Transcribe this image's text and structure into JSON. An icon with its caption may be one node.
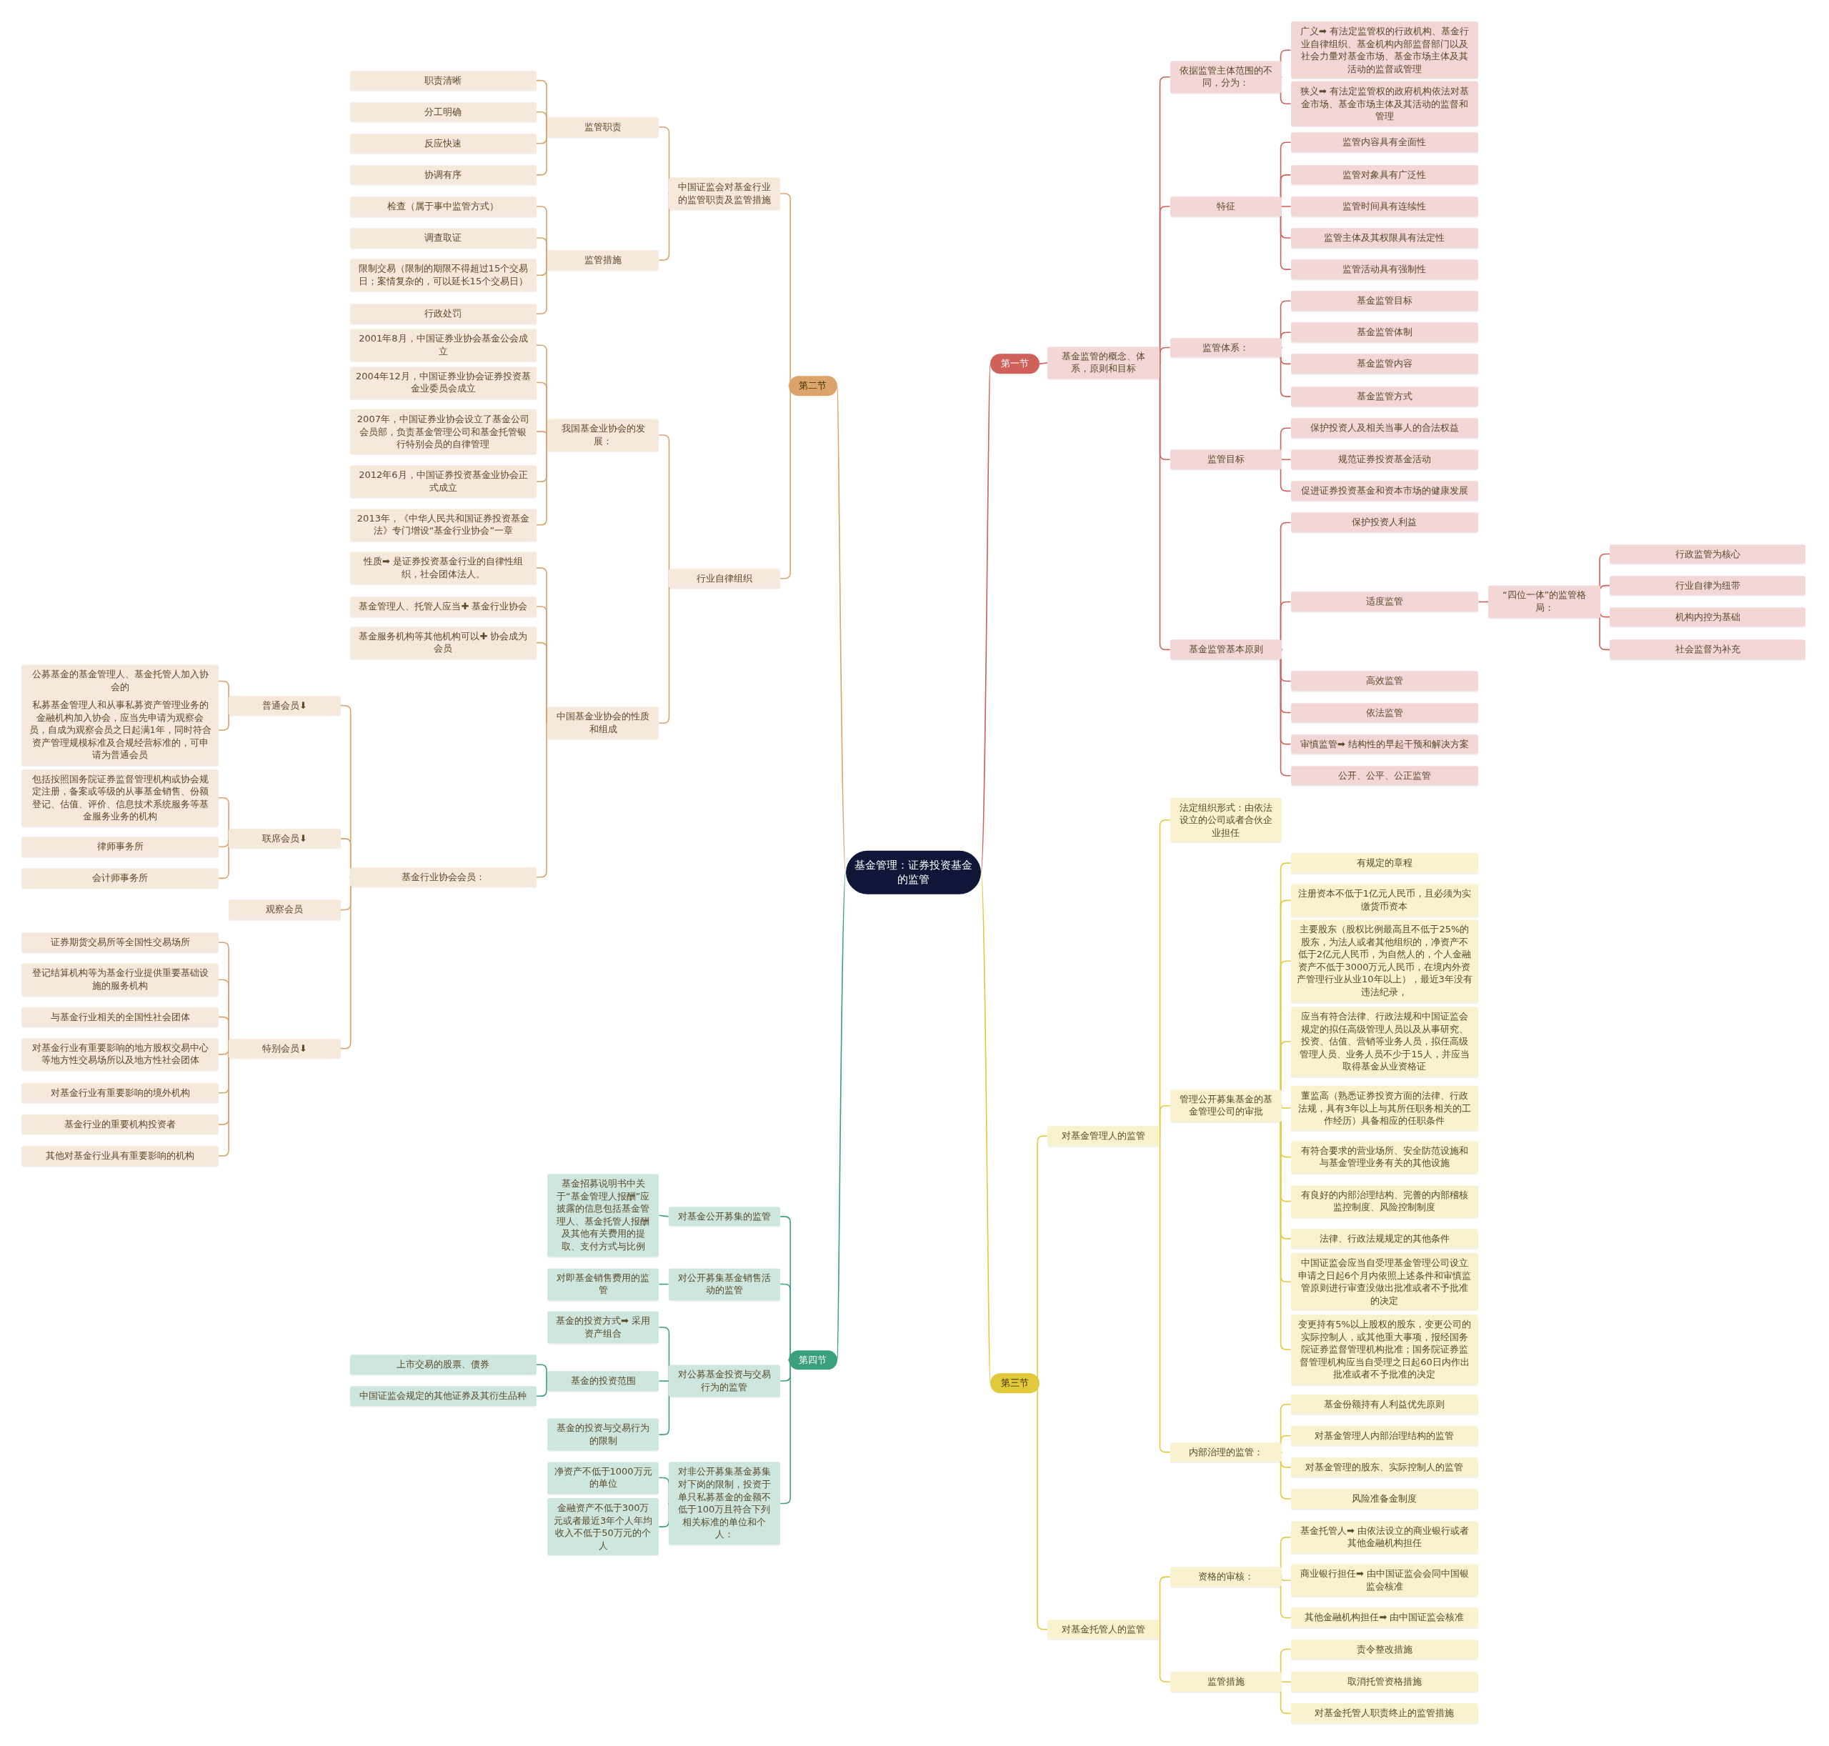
{
  "diagram": {
    "nodes": [
      {
        "text": [
          "基金管理：证券投资基金的监管"
        ]
      },
      {
        "text": [
          "第一节"
        ]
      },
      {
        "text": [
          "第二节"
        ]
      },
      {
        "text": [
          "第三节"
        ]
      },
      {
        "text": [
          "第四节"
        ]
      },
      {
        "text": [
          "基金监管的概念、体系，原则和目标"
        ]
      },
      {
        "text": [
          "依据监管主体范围的不同，分为："
        ]
      },
      {
        "text": [
          "广义➡ 有法定监管权的行政机构、基金行业自律组织、基金机构内部监督部门以及社会力量对基金市场、基金市场主体及其活动的监督或管理"
        ]
      },
      {
        "text": [
          "狭义➡ 有法定监管权的政府机构依法对基金市场、基金市场主体及其活动的监督和管理"
        ]
      },
      {
        "text": [
          "特征"
        ]
      },
      {
        "text": [
          "监管内容具有全面性"
        ]
      },
      {
        "text": [
          "监管对象具有广泛性"
        ]
      },
      {
        "text": [
          "监管时间具有连续性"
        ]
      },
      {
        "text": [
          "监管主体及其权限具有法定性"
        ]
      },
      {
        "text": [
          "监管活动具有强制性"
        ]
      },
      {
        "text": [
          "监管体系："
        ]
      },
      {
        "text": [
          "基金监管目标"
        ]
      },
      {
        "text": [
          "基金监管体制"
        ]
      },
      {
        "text": [
          "基金监管内容"
        ]
      },
      {
        "text": [
          "基金监管方式"
        ]
      },
      {
        "text": [
          "监管目标"
        ]
      },
      {
        "text": [
          "保护投资人及相关当事人的合法权益"
        ]
      },
      {
        "text": [
          "规范证券投资基金活动"
        ]
      },
      {
        "text": [
          "促进证券投资基金和资本市场的健康发展"
        ]
      },
      {
        "text": [
          "基金监管基本原则"
        ]
      },
      {
        "text": [
          "保护投资人利益"
        ]
      },
      {
        "text": [
          "适度监管"
        ]
      },
      {
        "text": [
          "“四位一体”的监管格局："
        ]
      },
      {
        "text": [
          "行政监管为核心"
        ]
      },
      {
        "text": [
          "行业自律为纽带"
        ]
      },
      {
        "text": [
          "机构内控为基础"
        ]
      },
      {
        "text": [
          "社会监督为补充"
        ]
      },
      {
        "text": [
          "高效监管"
        ]
      },
      {
        "text": [
          "依法监管"
        ]
      },
      {
        "text": [
          "审慎监管➡ 结构性的早起干预和解决方案"
        ]
      },
      {
        "text": [
          "公开、公平、公正监管"
        ]
      },
      {
        "text": [
          "中国证监会对基金行业的监管职责及监管措施"
        ]
      },
      {
        "text": [
          "监管职责"
        ]
      },
      {
        "text": [
          "职责清晰"
        ]
      },
      {
        "text": [
          "分工明确"
        ]
      },
      {
        "text": [
          "反应快速"
        ]
      },
      {
        "text": [
          "协调有序"
        ]
      },
      {
        "text": [
          "监管措施"
        ]
      },
      {
        "text": [
          "检查（属于事中监管方式）"
        ]
      },
      {
        "text": [
          "调查取证"
        ]
      },
      {
        "text": [
          "限制交易（限制的期限不得超过15个交易日；案情复杂的，可以延长15个交易日）"
        ]
      },
      {
        "text": [
          "行政处罚"
        ]
      },
      {
        "text": [
          "行业自律组织"
        ]
      },
      {
        "text": [
          "我国基金业协会的发展："
        ]
      },
      {
        "text": [
          "2001年8月，中国证券业协会基金公会成立"
        ]
      },
      {
        "text": [
          "2004年12月，中国证券业协会证券投资基金业委员会成立"
        ]
      },
      {
        "text": [
          "2007年，中国证券业协会设立了基金公司会员部，负责基金管理公司和基金托管银行特别会员的自律管理"
        ]
      },
      {
        "text": [
          "2012年6月，中国证券投资基金业协会正式成立"
        ]
      },
      {
        "text": [
          "2013年，《中华人民共和国证券投资基金法》专门增设“基金行业协会”一章"
        ]
      },
      {
        "text": [
          "中国基金业协会的性质和组成"
        ]
      },
      {
        "text": [
          "性质➡ 是证券投资基金行业的自律性组织，社会团体法人。"
        ]
      },
      {
        "text": [
          "基金管理人、托管人应当✚ 基金行业协会"
        ]
      },
      {
        "text": [
          "基金服务机构等其他机构可以✚ 协会成为会员"
        ]
      },
      {
        "text": [
          "基金行业协会会员："
        ]
      },
      {
        "text": [
          "普通会员⬇"
        ]
      },
      {
        "text": [
          "公募基金的基金管理人、基金托管人加入协会的"
        ]
      },
      {
        "text": [
          "私募基金管理人和从事私募资产管理业务的金融机构加入协会，应当先申请为观察会员，自成为观察会员之日起满1年，同时符合资产管理规模标准及合规经营标准的，可申请为普通会员"
        ]
      },
      {
        "text": [
          "联席会员⬇"
        ]
      },
      {
        "text": [
          "包括按照国务院证券监督管理机构或协会规定注册，备案或等级的从事基金销售、份额登记、估值、评价、信息技术系统服务等基金服务业务的机构"
        ]
      },
      {
        "text": [
          "律师事务所"
        ]
      },
      {
        "text": [
          "会计师事务所"
        ]
      },
      {
        "text": [
          "观察会员"
        ]
      },
      {
        "text": [
          "特别会员⬇"
        ]
      },
      {
        "text": [
          "证券期货交易所等全国性交易场所"
        ]
      },
      {
        "text": [
          "登记结算机构等为基金行业提供重要基础设施的服务机构"
        ]
      },
      {
        "text": [
          "与基金行业相关的全国性社会团体"
        ]
      },
      {
        "text": [
          "对基金行业有重要影响的地方股权交易中心等地方性交易场所以及地方性社会团体"
        ]
      },
      {
        "text": [
          "对基金行业有重要影响的境外机构"
        ]
      },
      {
        "text": [
          "基金行业的重要机构投资者"
        ]
      },
      {
        "text": [
          "其他对基金行业具有重要影响的机构"
        ]
      },
      {
        "text": [
          "对基金管理人的监管"
        ]
      },
      {
        "text": [
          "法定组织形式：由依法设立的公司或者合伙企业担任"
        ]
      },
      {
        "text": [
          "管理公开募集基金的基金管理公司的审批"
        ]
      },
      {
        "text": [
          "有规定的章程"
        ]
      },
      {
        "text": [
          "注册资本不低于1亿元人民币，且必须为实缴货币资本"
        ]
      },
      {
        "text": [
          "主要股东（股权比例最高且不低于25%的股东，为法人或者其他组织的，净资产不低于2亿元人民币，为自然人的，个人金融资产不低于3000万元人民币，在境内外资产管理行业从业10年以上），最近3年没有违法纪录，"
        ]
      },
      {
        "text": [
          "应当有符合法律、行政法规和中国证监会规定的拟任高级管理人员以及从事研究、投资、估值、营销等业务人员，拟任高级管理人员、业务人员不少于15人，并应当取得基金从业资格证"
        ]
      },
      {
        "text": [
          "董监高（熟悉证券投资方面的法律、行政法规，具有3年以上与其所任职务相关的工作经历）具备相应的任职条件"
        ]
      },
      {
        "text": [
          "有符合要求的营业场所、安全防范设施和与基金管理业务有关的其他设施"
        ]
      },
      {
        "text": [
          "有良好的内部治理结构、完善的内部稽核监控制度、风险控制制度"
        ]
      },
      {
        "text": [
          "法律、行政法规规定的其他条件"
        ]
      },
      {
        "text": [
          "中国证监会应当自受理基金管理公司设立申请之日起6个月内依照上述条件和审慎监管原则进行审查没做出批准或者不予批准的决定"
        ]
      },
      {
        "text": [
          "变更持有5%以上股权的股东，变更公司的实际控制人，或其他重大事项，报经国务院证券监督管理机构批准；国务院证券监督管理机构应当自受理之日起60日内作出批准或者不予批准的决定"
        ]
      },
      {
        "text": [
          "内部治理的监管："
        ]
      },
      {
        "text": [
          "基金份额持有人利益优先原则"
        ]
      },
      {
        "text": [
          "对基金管理人内部治理结构的监管"
        ]
      },
      {
        "text": [
          "对基金管理的股东、实际控制人的监管"
        ]
      },
      {
        "text": [
          "风险准备金制度"
        ]
      },
      {
        "text": [
          "对基金托管人的监管"
        ]
      },
      {
        "text": [
          "资格的审核："
        ]
      },
      {
        "text": [
          "基金托管人➡ 由依法设立的商业银行或者其他金融机构担任"
        ]
      },
      {
        "text": [
          "商业银行担任➡ 由中国证监会会同中国银监会核准"
        ]
      },
      {
        "text": [
          "其他金融机构担任➡ 由中国证监会核准"
        ]
      },
      {
        "text": [
          "监管措施"
        ]
      },
      {
        "text": [
          "责令整改措施"
        ]
      },
      {
        "text": [
          "取消托管资格措施"
        ]
      },
      {
        "text": [
          "对基金托管人职责终止的监管措施"
        ]
      },
      {
        "text": [
          "对基金公开募集的监管"
        ]
      },
      {
        "text": [
          "基金招募说明书中关于“基金管理人报酬”应披露的信息包括基金管理人、基金托管人报酬及其他有关费用的提取、支付方式与比例"
        ]
      },
      {
        "text": [
          "对公开募集基金销售活动的监管"
        ]
      },
      {
        "text": [
          "对即基金销售费用的监管"
        ]
      },
      {
        "text": [
          "对公募基金投资与交易行为的监管"
        ]
      },
      {
        "text": [
          "基金的投资方式➡ 采用资产组合"
        ]
      },
      {
        "text": [
          "基金的投资范围"
        ]
      },
      {
        "text": [
          "上市交易的股票、债券"
        ]
      },
      {
        "text": [
          "中国证监会规定的其他证券及其衍生品种"
        ]
      },
      {
        "text": [
          "基金的投资与交易行为的限制"
        ]
      },
      {
        "text": [
          "对非公开募集基金募集对下岗的限制，投资于单只私募基金的金额不低于100万且符合下列相关标准的单位和个人："
        ]
      },
      {
        "text": [
          "净资产不低于1000万元的单位"
        ]
      },
      {
        "text": [
          "金融资产不低于300万元或者最近3年个人年均收入不低于50万元的个人"
        ]
      }
    ],
    "edges": [
      {
        "from": 0,
        "to": 1,
        "arrow": "none",
        "color": "#d0605a"
      },
      {
        "from": 1,
        "to": 5,
        "arrow": "none",
        "color": "#d0605a"
      },
      {
        "from": 5,
        "to": 6,
        "arrow": "none",
        "color": "#d0605a"
      },
      {
        "from": 6,
        "to": 7,
        "arrow": "none",
        "color": "#d0605a"
      },
      {
        "from": 6,
        "to": 8,
        "arrow": "none",
        "color": "#d0605a"
      },
      {
        "from": 5,
        "to": 9,
        "arrow": "none",
        "color": "#d0605a"
      },
      {
        "from": 9,
        "to": 10,
        "arrow": "none",
        "color": "#d0605a"
      },
      {
        "from": 9,
        "to": 11,
        "arrow": "none",
        "color": "#d0605a"
      },
      {
        "from": 9,
        "to": 12,
        "arrow": "none",
        "color": "#d0605a"
      },
      {
        "from": 9,
        "to": 13,
        "arrow": "none",
        "color": "#d0605a"
      },
      {
        "from": 9,
        "to": 14,
        "arrow": "none",
        "color": "#d0605a"
      },
      {
        "from": 5,
        "to": 15,
        "arrow": "none",
        "color": "#d0605a"
      },
      {
        "from": 15,
        "to": 16,
        "arrow": "none",
        "color": "#d0605a"
      },
      {
        "from": 15,
        "to": 17,
        "arrow": "none",
        "color": "#d0605a"
      },
      {
        "from": 15,
        "to": 18,
        "arrow": "none",
        "color": "#d0605a"
      },
      {
        "from": 15,
        "to": 19,
        "arrow": "none",
        "color": "#d0605a"
      },
      {
        "from": 5,
        "to": 20,
        "arrow": "none",
        "color": "#d0605a"
      },
      {
        "from": 20,
        "to": 21,
        "arrow": "none",
        "color": "#d0605a"
      },
      {
        "from": 20,
        "to": 22,
        "arrow": "none",
        "color": "#d0605a"
      },
      {
        "from": 20,
        "to": 23,
        "arrow": "none",
        "color": "#d0605a"
      },
      {
        "from": 5,
        "to": 24,
        "arrow": "none",
        "color": "#d0605a"
      },
      {
        "from": 24,
        "to": 25,
        "arrow": "none",
        "color": "#d0605a"
      },
      {
        "from": 24,
        "to": 26,
        "arrow": "none",
        "color": "#d0605a"
      },
      {
        "from": 26,
        "to": 27,
        "arrow": "none",
        "color": "#d0605a"
      },
      {
        "from": 27,
        "to": 28,
        "arrow": "none",
        "color": "#d0605a"
      },
      {
        "from": 27,
        "to": 29,
        "arrow": "none",
        "color": "#d0605a"
      },
      {
        "from": 27,
        "to": 30,
        "arrow": "none",
        "color": "#d0605a"
      },
      {
        "from": 27,
        "to": 31,
        "arrow": "none",
        "color": "#d0605a"
      },
      {
        "from": 24,
        "to": 32,
        "arrow": "none",
        "color": "#d0605a"
      },
      {
        "from": 24,
        "to": 33,
        "arrow": "none",
        "color": "#d0605a"
      },
      {
        "from": 24,
        "to": 34,
        "arrow": "none",
        "color": "#d0605a"
      },
      {
        "from": 24,
        "to": 35,
        "arrow": "none",
        "color": "#d0605a"
      },
      {
        "from": 0,
        "to": 2,
        "arrow": "none"
      },
      {
        "from": 2,
        "to": 36,
        "arrow": "none"
      },
      {
        "from": 36,
        "to": 37,
        "arrow": "none"
      },
      {
        "from": 37,
        "to": 38,
        "arrow": "none"
      },
      {
        "from": 37,
        "to": 39,
        "arrow": "none"
      },
      {
        "from": 37,
        "to": 40,
        "arrow": "none"
      },
      {
        "from": 37,
        "to": 41,
        "arrow": "none"
      },
      {
        "from": 36,
        "to": 42,
        "arrow": "none"
      },
      {
        "from": 42,
        "to": 43,
        "arrow": "none"
      },
      {
        "from": 42,
        "to": 44,
        "arrow": "none"
      },
      {
        "from": 42,
        "to": 45,
        "arrow": "none"
      },
      {
        "from": 42,
        "to": 46,
        "arrow": "none"
      },
      {
        "from": 2,
        "to": 47,
        "arrow": "none"
      },
      {
        "from": 47,
        "to": 48,
        "arrow": "none"
      },
      {
        "from": 48,
        "to": 49,
        "arrow": "none"
      },
      {
        "from": 48,
        "to": 50,
        "arrow": "none"
      },
      {
        "from": 48,
        "to": 51,
        "arrow": "none"
      },
      {
        "from": 48,
        "to": 52,
        "arrow": "none"
      },
      {
        "from": 48,
        "to": 53,
        "arrow": "none"
      },
      {
        "from": 47,
        "to": 54,
        "arrow": "none"
      },
      {
        "from": 54,
        "to": 55,
        "arrow": "none"
      },
      {
        "from": 54,
        "to": 56,
        "arrow": "none"
      },
      {
        "from": 54,
        "to": 57,
        "arrow": "none"
      },
      {
        "from": 54,
        "to": 58,
        "arrow": "none"
      },
      {
        "from": 58,
        "to": 59,
        "arrow": "none"
      },
      {
        "from": 59,
        "to": 60,
        "arrow": "none"
      },
      {
        "from": 59,
        "to": 61,
        "arrow": "none"
      },
      {
        "from": 58,
        "to": 62,
        "arrow": "none"
      },
      {
        "from": 62,
        "to": 63,
        "arrow": "none"
      },
      {
        "from": 62,
        "to": 64,
        "arrow": "none"
      },
      {
        "from": 62,
        "to": 65,
        "arrow": "none"
      },
      {
        "from": 58,
        "to": 66,
        "arrow": "none"
      },
      {
        "from": 58,
        "to": 67,
        "arrow": "none"
      },
      {
        "from": 67,
        "to": 68,
        "arrow": "none"
      },
      {
        "from": 67,
        "to": 69,
        "arrow": "none"
      },
      {
        "from": 67,
        "to": 70,
        "arrow": "none"
      },
      {
        "from": 67,
        "to": 71,
        "arrow": "none"
      },
      {
        "from": 67,
        "to": 72,
        "arrow": "none"
      },
      {
        "from": 67,
        "to": 73,
        "arrow": "none"
      },
      {
        "from": 67,
        "to": 74,
        "arrow": "none"
      },
      {
        "from": 0,
        "to": 3,
        "arrow": "none",
        "color": "#e2c93c"
      },
      {
        "from": 3,
        "to": 75,
        "arrow": "none",
        "color": "#e2c93c"
      },
      {
        "from": 75,
        "to": 76,
        "arrow": "none",
        "color": "#e2c93c"
      },
      {
        "from": 75,
        "to": 77,
        "arrow": "none",
        "color": "#e2c93c"
      },
      {
        "from": 77,
        "to": 78,
        "arrow": "none",
        "color": "#e2c93c"
      },
      {
        "from": 77,
        "to": 79,
        "arrow": "none",
        "color": "#e2c93c"
      },
      {
        "from": 77,
        "to": 80,
        "arrow": "none",
        "color": "#e2c93c"
      },
      {
        "from": 77,
        "to": 81,
        "arrow": "none",
        "color": "#e2c93c"
      },
      {
        "from": 77,
        "to": 82,
        "arrow": "none",
        "color": "#e2c93c"
      },
      {
        "from": 77,
        "to": 83,
        "arrow": "none",
        "color": "#e2c93c"
      },
      {
        "from": 77,
        "to": 84,
        "arrow": "none",
        "color": "#e2c93c"
      },
      {
        "from": 77,
        "to": 85,
        "arrow": "none",
        "color": "#e2c93c"
      },
      {
        "from": 77,
        "to": 86,
        "arrow": "none",
        "color": "#e2c93c"
      },
      {
        "from": 77,
        "to": 87,
        "arrow": "none",
        "color": "#e2c93c"
      },
      {
        "from": 75,
        "to": 88,
        "arrow": "none",
        "color": "#e2c93c"
      },
      {
        "from": 88,
        "to": 89,
        "arrow": "none",
        "color": "#e2c93c"
      },
      {
        "from": 88,
        "to": 90,
        "arrow": "none",
        "color": "#e2c93c"
      },
      {
        "from": 88,
        "to": 91,
        "arrow": "none",
        "color": "#e2c93c"
      },
      {
        "from": 88,
        "to": 92,
        "arrow": "none",
        "color": "#e2c93c"
      },
      {
        "from": 3,
        "to": 93,
        "arrow": "none",
        "color": "#e2c93c"
      },
      {
        "from": 93,
        "to": 94,
        "arrow": "none",
        "color": "#e2c93c"
      },
      {
        "from": 94,
        "to": 95,
        "arrow": "none",
        "color": "#e2c93c"
      },
      {
        "from": 94,
        "to": 96,
        "arrow": "none",
        "color": "#e2c93c"
      },
      {
        "from": 94,
        "to": 97,
        "arrow": "none",
        "color": "#e2c93c"
      },
      {
        "from": 93,
        "to": 98,
        "arrow": "none",
        "color": "#e2c93c"
      },
      {
        "from": 98,
        "to": 99,
        "arrow": "none",
        "color": "#e2c93c"
      },
      {
        "from": 98,
        "to": 100,
        "arrow": "none",
        "color": "#e2c93c"
      },
      {
        "from": 98,
        "to": 101,
        "arrow": "none",
        "color": "#e2c93c"
      },
      {
        "from": 0,
        "to": 4,
        "arrow": "none",
        "color": "#3aa07c"
      },
      {
        "from": 4,
        "to": 102,
        "arrow": "none",
        "color": "#3aa07c"
      },
      {
        "from": 102,
        "to": 103,
        "arrow": "none",
        "color": "#3aa07c"
      },
      {
        "from": 4,
        "to": 104,
        "arrow": "none",
        "color": "#3aa07c"
      },
      {
        "from": 104,
        "to": 105,
        "arrow": "none",
        "color": "#3aa07c"
      },
      {
        "from": 4,
        "to": 106,
        "arrow": "none",
        "color": "#3aa07c"
      },
      {
        "from": 106,
        "to": 107,
        "arrow": "none",
        "color": "#3aa07c"
      },
      {
        "from": 106,
        "to": 108,
        "arrow": "none",
        "color": "#3aa07c"
      },
      {
        "from": 108,
        "to": 109,
        "arrow": "none",
        "color": "#3aa07c"
      },
      {
        "from": 108,
        "to": 110,
        "arrow": "none",
        "color": "#3aa07c"
      },
      {
        "from": 106,
        "to": 111,
        "arrow": "none",
        "color": "#3aa07c"
      },
      {
        "from": 4,
        "to": 112,
        "arrow": "none",
        "color": "#3aa07c"
      },
      {
        "from": 112,
        "to": 113,
        "arrow": "none",
        "color": "#3aa07c"
      },
      {
        "from": 112,
        "to": 114,
        "arrow": "none",
        "color": "#3aa07c"
      }
    ]
  }
}
